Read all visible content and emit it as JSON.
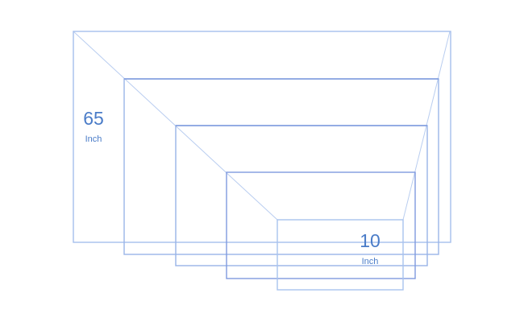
{
  "screens": {
    "largest": {
      "size": "65",
      "unit": "Inch"
    },
    "smallest": {
      "size": "10",
      "unit": "Inch"
    }
  },
  "colors": {
    "outline_primary": "#6f8fdc",
    "outline_secondary": "#a9c3ee",
    "label": "#4a7cc8"
  }
}
